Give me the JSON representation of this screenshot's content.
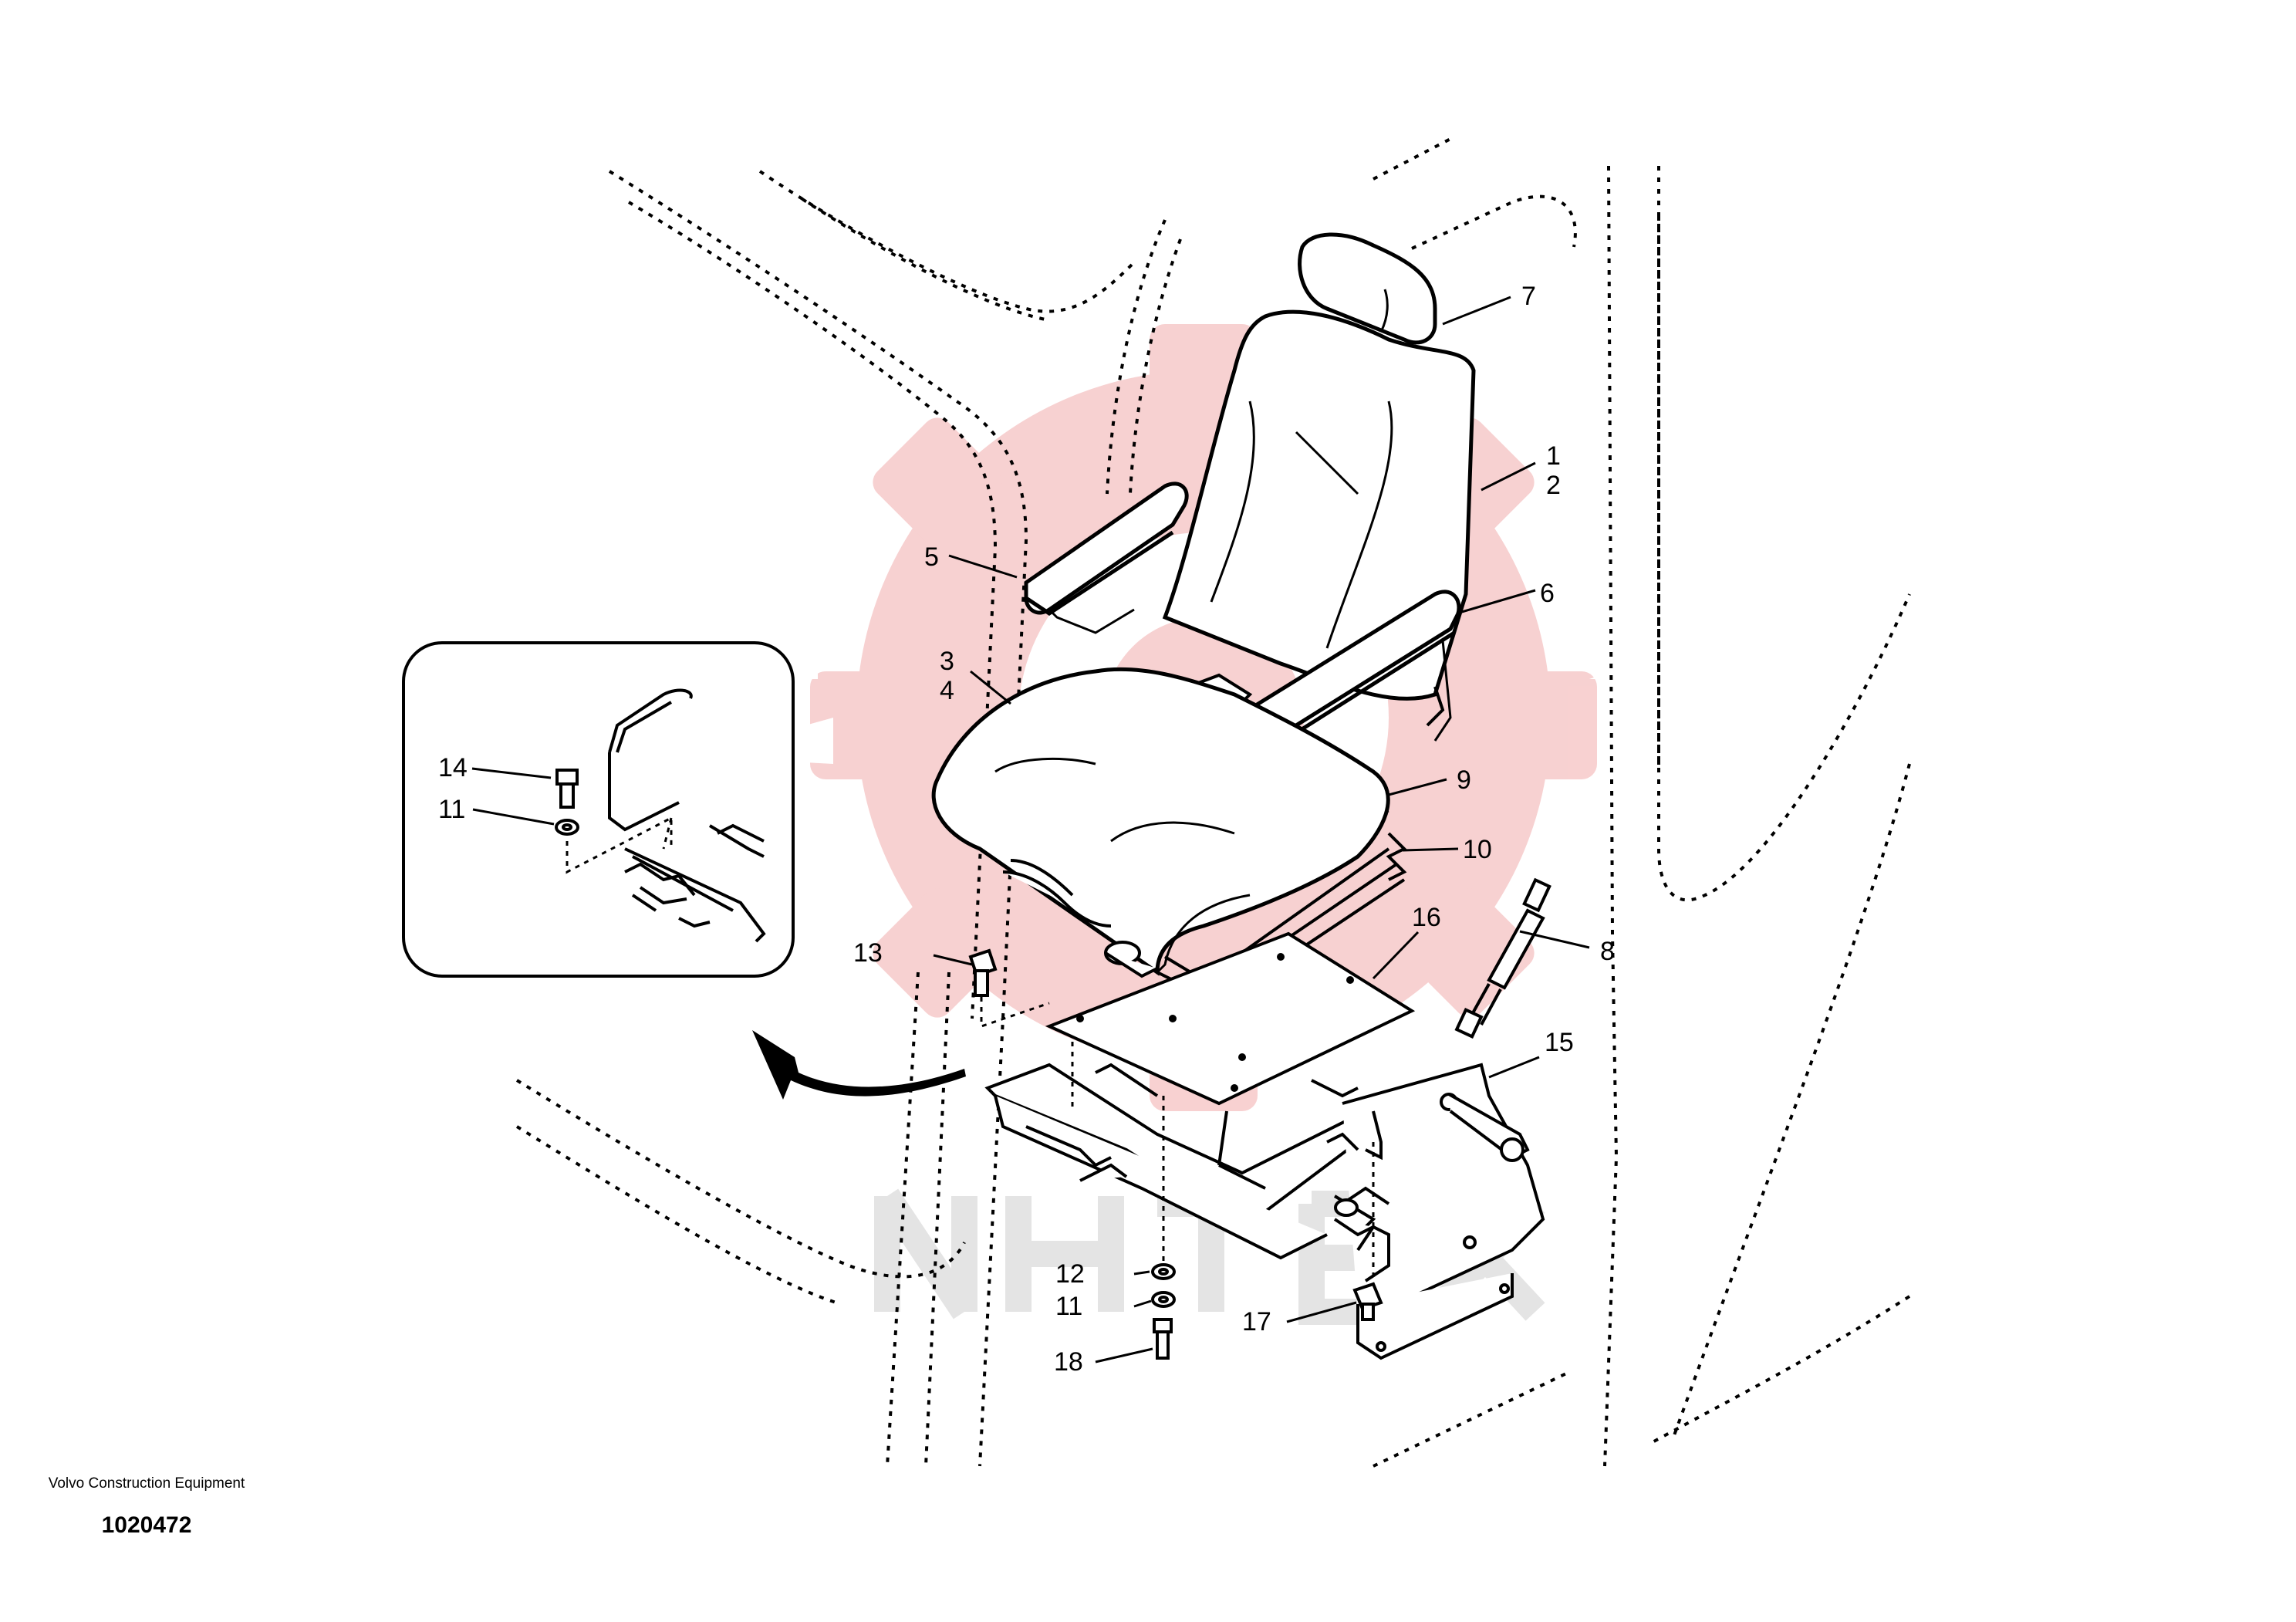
{
  "diagram": {
    "callouts": {
      "c7": "7",
      "c1": "1",
      "c2": "2",
      "c5": "5",
      "c6": "6",
      "c3": "3",
      "c4": "4",
      "c9": "9",
      "c10": "10",
      "c16": "16",
      "c8": "8",
      "c13": "13",
      "c15": "15",
      "c12": "12",
      "c11b": "11",
      "c18": "18",
      "c17": "17",
      "c14": "14",
      "c11a": "11"
    }
  },
  "footer": {
    "company": "Volvo Construction Equipment",
    "drawing_number": "1020472"
  },
  "colors": {
    "line": "#000000",
    "watermark_red": "#f3b5b5",
    "watermark_gray": "#e6e6e6",
    "background": "#ffffff"
  },
  "icons": [
    "watermark-gear-logo",
    "direction-arrow-icon"
  ]
}
